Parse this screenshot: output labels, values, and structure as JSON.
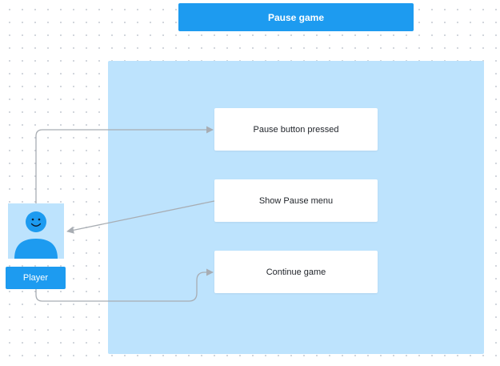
{
  "header": {
    "title": "Pause game"
  },
  "actor": {
    "label": "Player",
    "icon": "person-icon"
  },
  "steps": [
    {
      "label": "Pause button pressed"
    },
    {
      "label": "Show Pause menu"
    },
    {
      "label": "Continue game"
    }
  ],
  "colors": {
    "accent": "#1d9bf0",
    "region": "#bde3fd",
    "connector": "#a8adb3"
  }
}
